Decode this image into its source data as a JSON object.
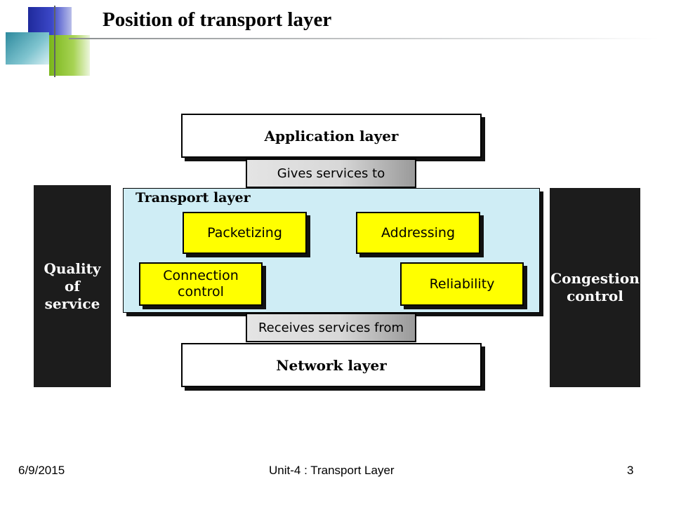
{
  "slide": {
    "title": "Position of transport layer",
    "footer": {
      "date": "6/9/2015",
      "center": "Unit-4 : Transport Layer",
      "page": "3"
    }
  },
  "diagram": {
    "application_layer": "Application layer",
    "gives_services": "Gives services to",
    "transport_layer": "Transport layer",
    "functions": {
      "packetizing": "Packetizing",
      "addressing": "Addressing",
      "connection_control_line1": "Connection",
      "connection_control_line2": "control",
      "reliability": "Reliability"
    },
    "receives_services": "Receives services from",
    "network_layer": "Network layer",
    "left_panel": {
      "line1": "Quality",
      "line2": "of",
      "line3": "service"
    },
    "right_panel": {
      "line1": "Congestion",
      "line2": "control"
    }
  }
}
